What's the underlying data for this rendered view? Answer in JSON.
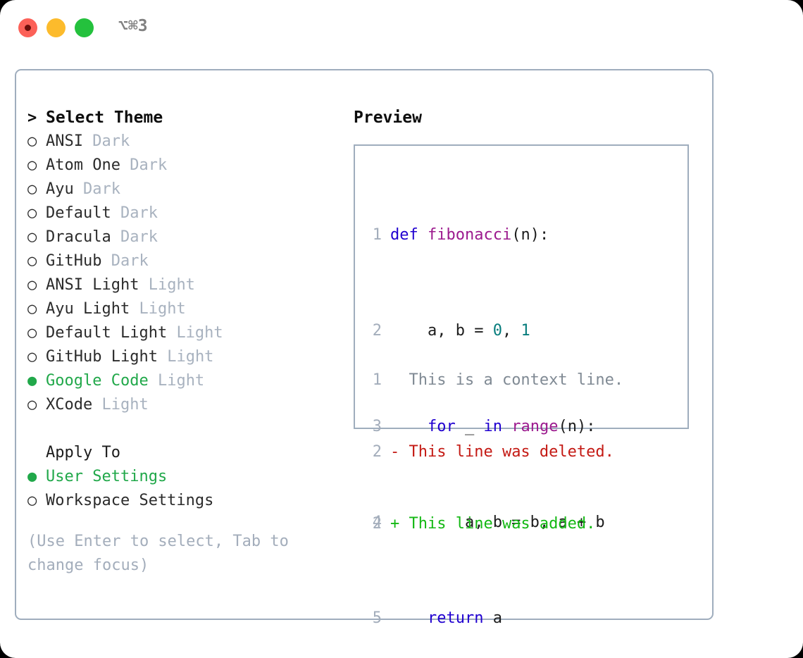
{
  "titlebar": {
    "shortcut": "⌥⌘3",
    "buttons": [
      {
        "name": "close",
        "color": "#fc6158"
      },
      {
        "name": "minimize",
        "color": "#fcbb2c"
      },
      {
        "name": "maximize",
        "color": "#24c13d"
      }
    ]
  },
  "colors": {
    "accent_green": "#21a84a",
    "muted": "#a8b2bf",
    "border": "#9fadbd",
    "keyword": "#2000d0",
    "function": "#9c1a8e",
    "number": "#077d7d",
    "diff_removed": "#c41a14",
    "diff_added": "#14b814",
    "diff_context": "#808a94"
  },
  "theme_list": {
    "header_prefix": ">",
    "header_label": "Select Theme",
    "radio_unselected": "○",
    "radio_selected": "●",
    "items": [
      {
        "name": "ANSI",
        "variant": "Dark",
        "selected": false
      },
      {
        "name": "Atom One",
        "variant": "Dark",
        "selected": false
      },
      {
        "name": "Ayu",
        "variant": "Dark",
        "selected": false
      },
      {
        "name": "Default",
        "variant": "Dark",
        "selected": false
      },
      {
        "name": "Dracula",
        "variant": "Dark",
        "selected": false
      },
      {
        "name": "GitHub",
        "variant": "Dark",
        "selected": false
      },
      {
        "name": "ANSI Light",
        "variant": "Light",
        "selected": false
      },
      {
        "name": "Ayu Light",
        "variant": "Light",
        "selected": false
      },
      {
        "name": "Default Light",
        "variant": "Light",
        "selected": false
      },
      {
        "name": "GitHub Light",
        "variant": "Light",
        "selected": false
      },
      {
        "name": "Google Code",
        "variant": "Light",
        "selected": true
      },
      {
        "name": "XCode",
        "variant": "Light",
        "selected": false
      }
    ]
  },
  "apply_to": {
    "header_label": "Apply To",
    "options": [
      {
        "label": "User Settings",
        "selected": true
      },
      {
        "label": "Workspace Settings",
        "selected": false
      }
    ]
  },
  "hint": "(Use Enter to select, Tab to change focus)",
  "preview": {
    "title": "Preview",
    "code_lines": [
      {
        "number": "1",
        "tokens": [
          {
            "text": "def ",
            "type": "kw"
          },
          {
            "text": "fibonacci",
            "type": "fn"
          },
          {
            "text": "(n):",
            "type": "plain"
          }
        ]
      },
      {
        "number": "2",
        "tokens": [
          {
            "text": "    a, b = ",
            "type": "plain"
          },
          {
            "text": "0",
            "type": "num"
          },
          {
            "text": ", ",
            "type": "plain"
          },
          {
            "text": "1",
            "type": "num"
          }
        ]
      },
      {
        "number": "3",
        "tokens": [
          {
            "text": "    ",
            "type": "plain"
          },
          {
            "text": "for",
            "type": "kw"
          },
          {
            "text": " _ ",
            "type": "plain"
          },
          {
            "text": "in",
            "type": "kw"
          },
          {
            "text": " ",
            "type": "plain"
          },
          {
            "text": "range",
            "type": "fn"
          },
          {
            "text": "(n):",
            "type": "plain"
          }
        ]
      },
      {
        "number": "4",
        "tokens": [
          {
            "text": "        a, b = b, a + b",
            "type": "plain"
          }
        ]
      },
      {
        "number": "5",
        "tokens": [
          {
            "text": "    ",
            "type": "plain"
          },
          {
            "text": "return",
            "type": "kw"
          },
          {
            "text": " a",
            "type": "plain"
          }
        ]
      }
    ],
    "diff_lines": [
      {
        "number": "1",
        "marker": " ",
        "text": " This is a context line.",
        "type": "context"
      },
      {
        "number": "2",
        "marker": "-",
        "text": " This line was deleted.",
        "type": "removed"
      },
      {
        "number": "2",
        "marker": "+",
        "text": " This line was added.",
        "type": "added"
      }
    ]
  }
}
